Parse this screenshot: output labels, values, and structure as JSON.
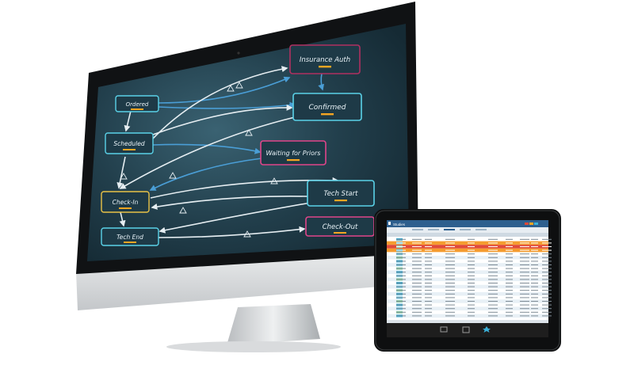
{
  "workflow": {
    "nodes": [
      {
        "id": "ordered",
        "label": "Ordered",
        "status_color": "#f5a623"
      },
      {
        "id": "insurance_auth",
        "label": "Insurance Auth",
        "status_color": "#f5a623"
      },
      {
        "id": "confirmed",
        "label": "Confirmed",
        "status_color": "#f5a623"
      },
      {
        "id": "scheduled",
        "label": "Scheduled",
        "status_color": "#f5a623"
      },
      {
        "id": "waiting_for_priors",
        "label": "Waiting for Priors",
        "status_color": "#f5a623"
      },
      {
        "id": "check_in",
        "label": "Check-In",
        "status_color": "#f5a623"
      },
      {
        "id": "tech_start",
        "label": "Tech Start",
        "status_color": "#f5a623"
      },
      {
        "id": "tech_end",
        "label": "Tech End",
        "status_color": "#f5a623"
      },
      {
        "id": "check_out",
        "label": "Check-Out",
        "status_color": "#f5a623"
      }
    ],
    "colors": {
      "background": "#1c3440",
      "node_border_cyan": "#5ad2e8",
      "node_border_pink": "#e0458a",
      "node_border_maroon": "#b03060",
      "node_border_yellow": "#e8c247",
      "arrow_white": "#e6eef2",
      "arrow_blue": "#4a9ed6"
    }
  },
  "tablet": {
    "app_title": "Studies",
    "colors": {
      "header": "#2e5f8e",
      "row_orange": "#f59c2f",
      "row_red": "#e04a3a",
      "row_alt": "#e8f0f6",
      "toolbar": "#1e1e1e",
      "accent_cyan": "#3ab0d8"
    },
    "toolbar_icons": [
      "monitor-icon",
      "list-icon",
      "star-icon"
    ]
  }
}
